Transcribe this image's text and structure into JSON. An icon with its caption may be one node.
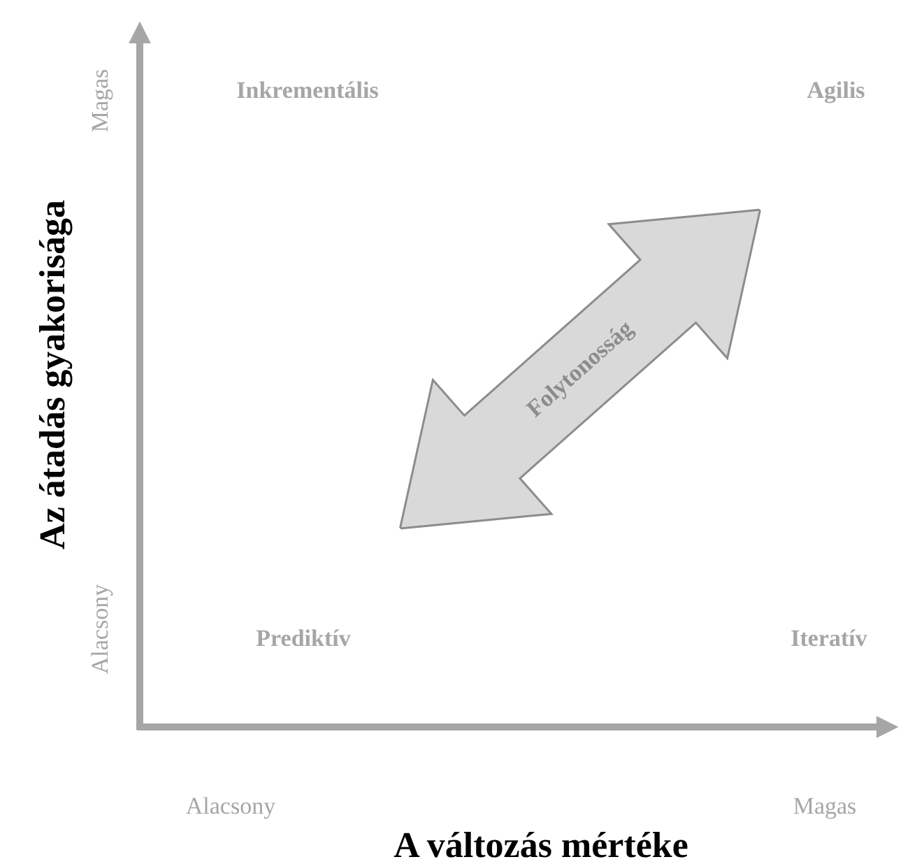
{
  "diagram": {
    "nodes": [
      {
        "text": [
          "Folytonosság"
        ]
      }
    ],
    "labels": [
      "Inkrementális",
      "Agilis",
      "Magas",
      "Az átadás gyakorisága",
      "Alacsony",
      "Prediktív",
      "Iteratív",
      "Alacsony",
      "Magas",
      "A változás mértéke"
    ]
  }
}
